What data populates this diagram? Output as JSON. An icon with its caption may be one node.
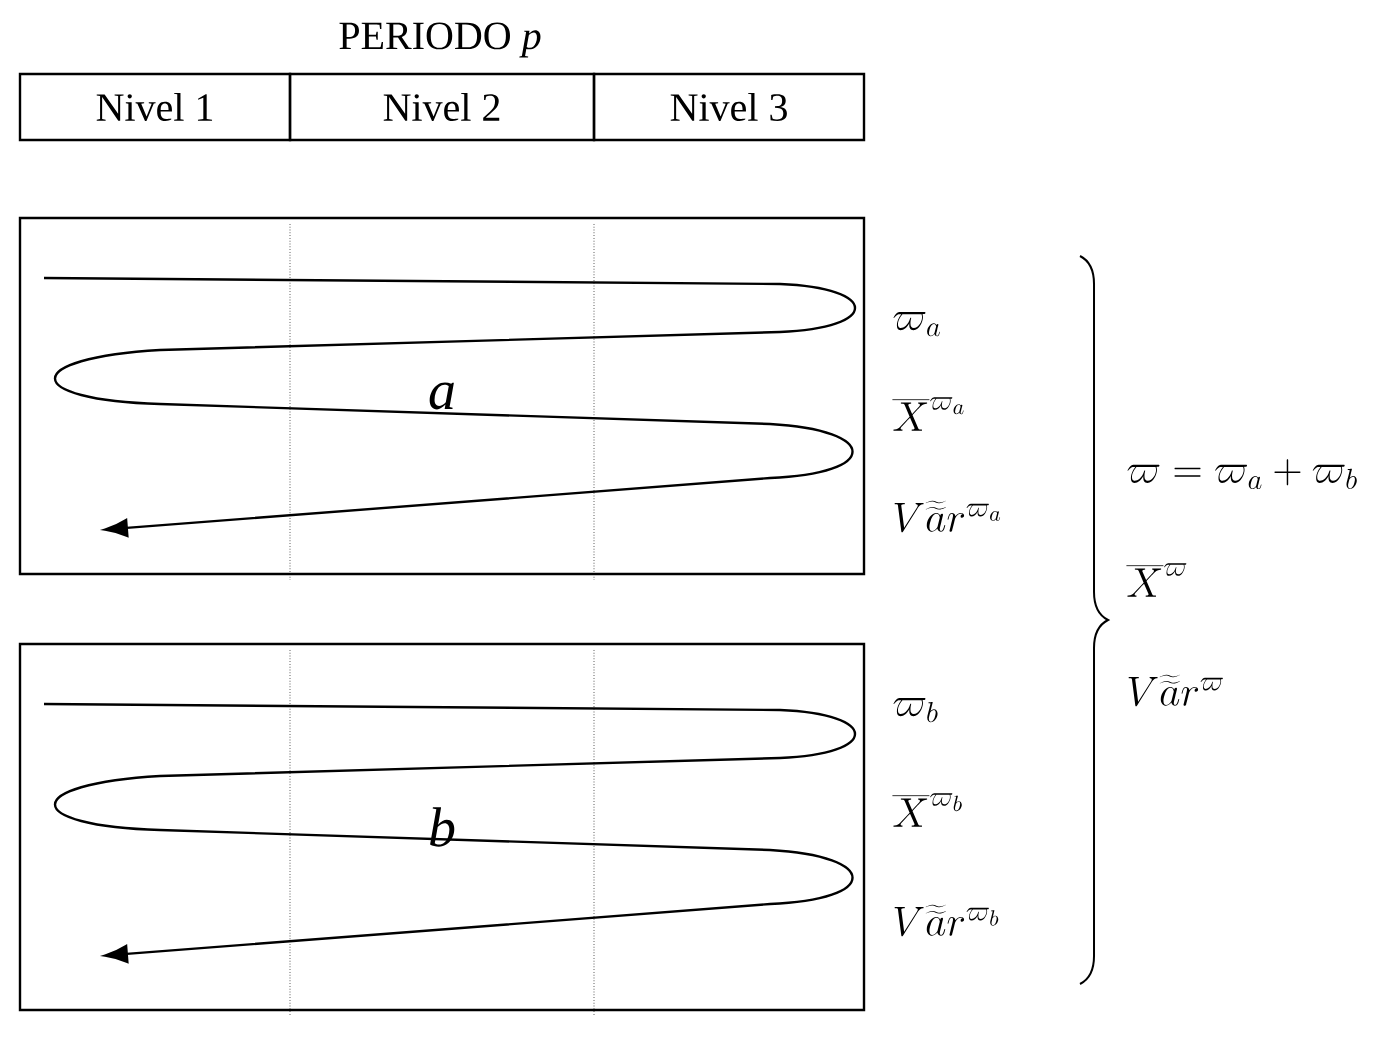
{
  "diagram": {
    "title": "PERIODO *p*",
    "nodes": [
      {
        "text": [
          "Nivel 1"
        ]
      },
      {
        "text": [
          "Nivel 2"
        ]
      },
      {
        "text": [
          "Nivel 3"
        ]
      },
      {
        "text": [
          "a"
        ]
      },
      {
        "text": [
          "b"
        ]
      }
    ],
    "labels": [
      "\\varpi_a",
      "\\overline{X}^{\\varpi_a}",
      "V\\widetilde{\\widetilde{a}}r^{\\varpi_a}",
      "\\varpi_b",
      "\\overline{X}^{\\varpi_b}",
      "V\\widetilde{\\widetilde{a}}r^{\\varpi_b}",
      "\\varpi = \\varpi_a + \\varpi_b",
      "\\overline{X}^{\\varpi}",
      "V\\widetilde{\\widetilde{a}}r^{\\varpi}"
    ]
  }
}
